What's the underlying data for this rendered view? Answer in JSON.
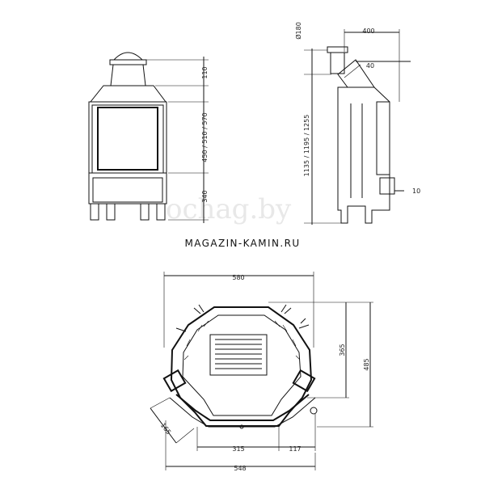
{
  "watermark": "ochag.by",
  "site_label": "MAGAZIN-KAMIN.RU",
  "front_view": {
    "dims": [
      "110",
      "450 / 510 / 570",
      "340"
    ]
  },
  "side_view": {
    "dims": [
      "Ø180",
      "1135 / 1195 / 1255",
      "400",
      "40",
      "10"
    ]
  },
  "top_view": {
    "dims": [
      "580",
      "365",
      "485",
      "165",
      "315",
      "117",
      "548"
    ]
  }
}
